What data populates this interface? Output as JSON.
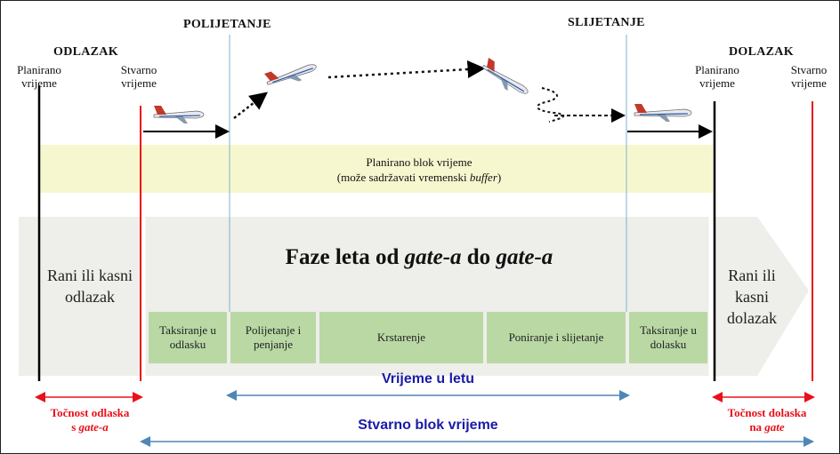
{
  "headers": {
    "departure": "ODLAZAK",
    "takeoff": "POLIJETANJE",
    "landing": "SLIJETANJE",
    "arrival": "DOLAZAK"
  },
  "time_labels": {
    "dep_planned": "Planirano vrijeme",
    "dep_actual": "Stvarno vrijeme",
    "arr_planned": "Planirano vrijeme",
    "arr_actual": "Stvarno vrijeme"
  },
  "planned_band": {
    "line1": "Planirano blok vrijeme",
    "line2_prefix": "(može sadržavati vremenski ",
    "line2_italic": "buffer",
    "line2_suffix": ")"
  },
  "main_title": {
    "part1": "Faze leta od ",
    "italic1": "gate-a",
    "part2": " do ",
    "italic2": "gate-a"
  },
  "side_labels": {
    "left": "Rani ili kasni odlazak",
    "right": "Rani ili kasni dolazak"
  },
  "phases": [
    "Taksiranje u odlasku",
    "Polijetanje i penjanje",
    "Krstarenje",
    "Poniranje i slijetanje",
    "Taksiranje u dolasku"
  ],
  "spans": {
    "in_flight": "Vrijeme u letu",
    "actual_block": "Stvarno blok vrijeme"
  },
  "accuracy": {
    "dep_line1": "Točnost odlaska",
    "dep_line2_prefix": "s ",
    "dep_line2_italic": "gate-a",
    "arr_line1": "Točnost dolaska",
    "arr_line2_prefix": "na ",
    "arr_line2_italic": "gate"
  },
  "colors": {
    "planned_line": "#000000",
    "actual_line": "#e8101a",
    "marker_line": "#7fb2d2",
    "band_yellow": "#f7f7cf",
    "grey_arrow": "#eeeeea",
    "phase_green": "#b9d8a4",
    "span_arrow": "#4f86b8",
    "title_blue": "#1a1aa8"
  },
  "icons": [
    "airplane-icon"
  ]
}
